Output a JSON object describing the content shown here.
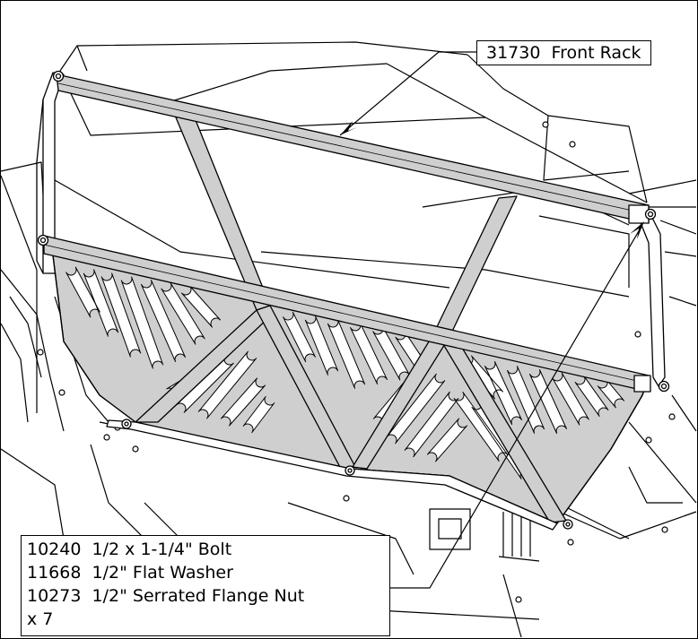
{
  "callouts": {
    "rack": {
      "part_number": "31730",
      "name": "Front Rack"
    }
  },
  "hardware": {
    "items": [
      {
        "part_number": "10240",
        "description": "1/2 x 1-1/4\" Bolt"
      },
      {
        "part_number": "11668",
        "description": "1/2\" Flat Washer"
      },
      {
        "part_number": "10273",
        "description": "1/2\" Serrated Flange Nut"
      }
    ],
    "quantity": "x 7"
  },
  "colors": {
    "line": "#000000",
    "panel_fill": "#cfcfcf",
    "background": "#ffffff"
  }
}
